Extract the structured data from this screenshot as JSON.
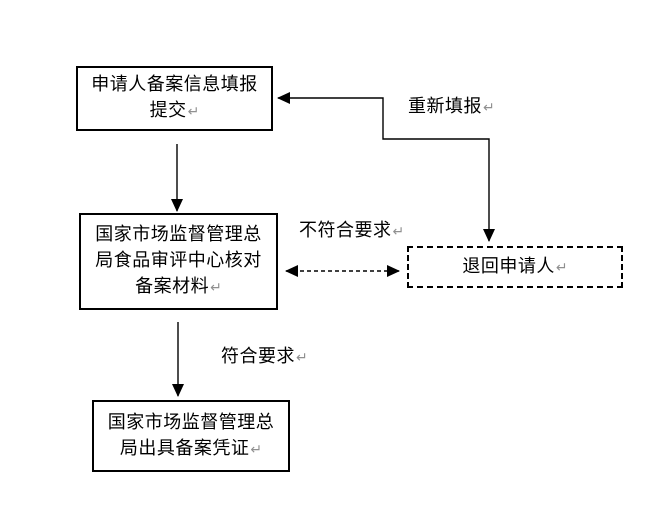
{
  "boxes": {
    "submit": {
      "lines": [
        "申请人备案信息填报",
        "提交"
      ]
    },
    "review": {
      "lines": [
        "国家市场监督管理总",
        "局食品审评中心核对",
        "备案材料"
      ]
    },
    "certificate": {
      "lines": [
        "国家市场监督管理总",
        "局出具备案凭证"
      ]
    },
    "return": {
      "lines": [
        "退回申请人"
      ]
    }
  },
  "labels": {
    "refill": "重新填报",
    "not_qualified": "不符合要求",
    "qualified": "符合要求"
  },
  "marks": {
    "pilcrow": "↵"
  },
  "colors": {
    "line": "#000000",
    "text": "#000000",
    "pilcrow": "#909090",
    "background": "#ffffff"
  }
}
